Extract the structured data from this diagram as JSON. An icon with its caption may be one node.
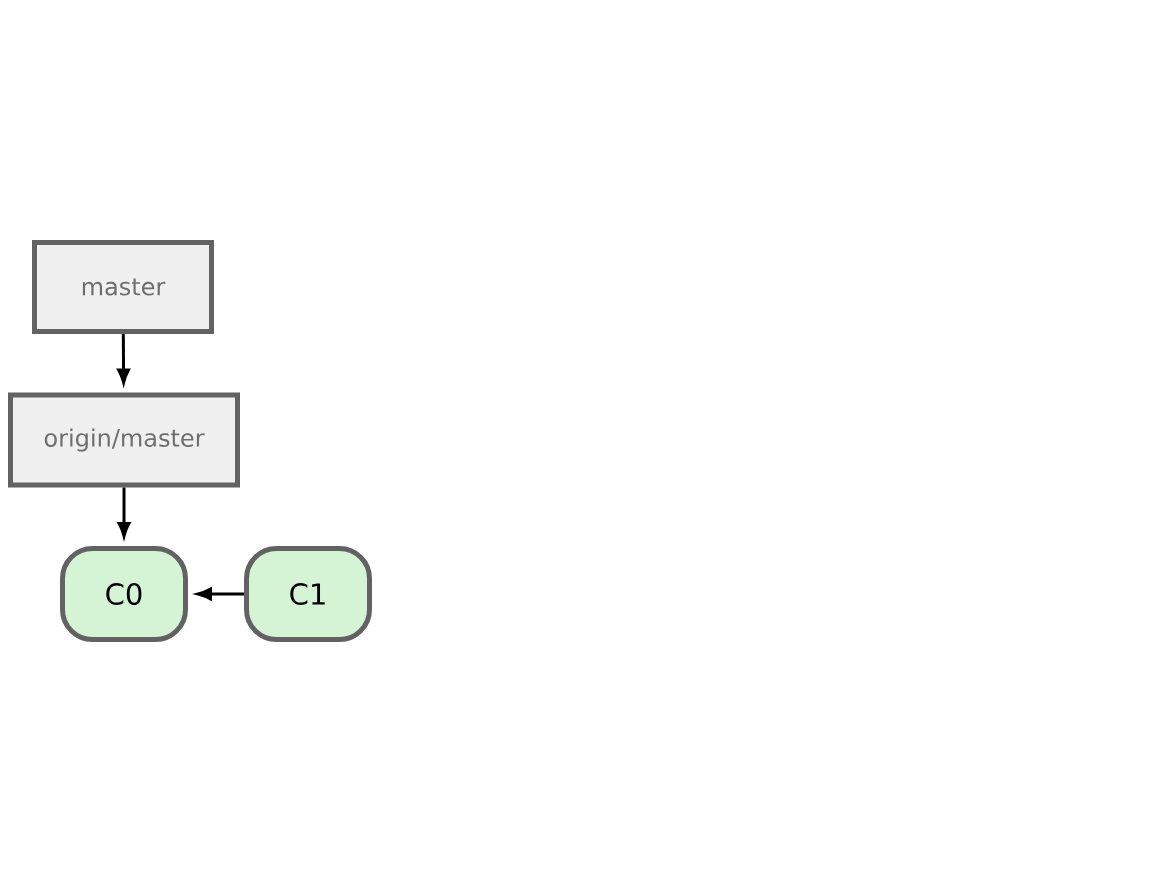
{
  "diagram": {
    "nodes": [
      {
        "text": [
          "master"
        ]
      },
      {
        "text": [
          "origin/master"
        ]
      },
      {
        "text": [
          "C0"
        ]
      },
      {
        "text": [
          "C1"
        ]
      }
    ],
    "edges": [
      {
        "from": 0,
        "to": 1,
        "arrow": "to"
      },
      {
        "from": 1,
        "to": 2,
        "arrow": "to"
      },
      {
        "from": 3,
        "to": 2,
        "arrow": "to"
      }
    ]
  }
}
